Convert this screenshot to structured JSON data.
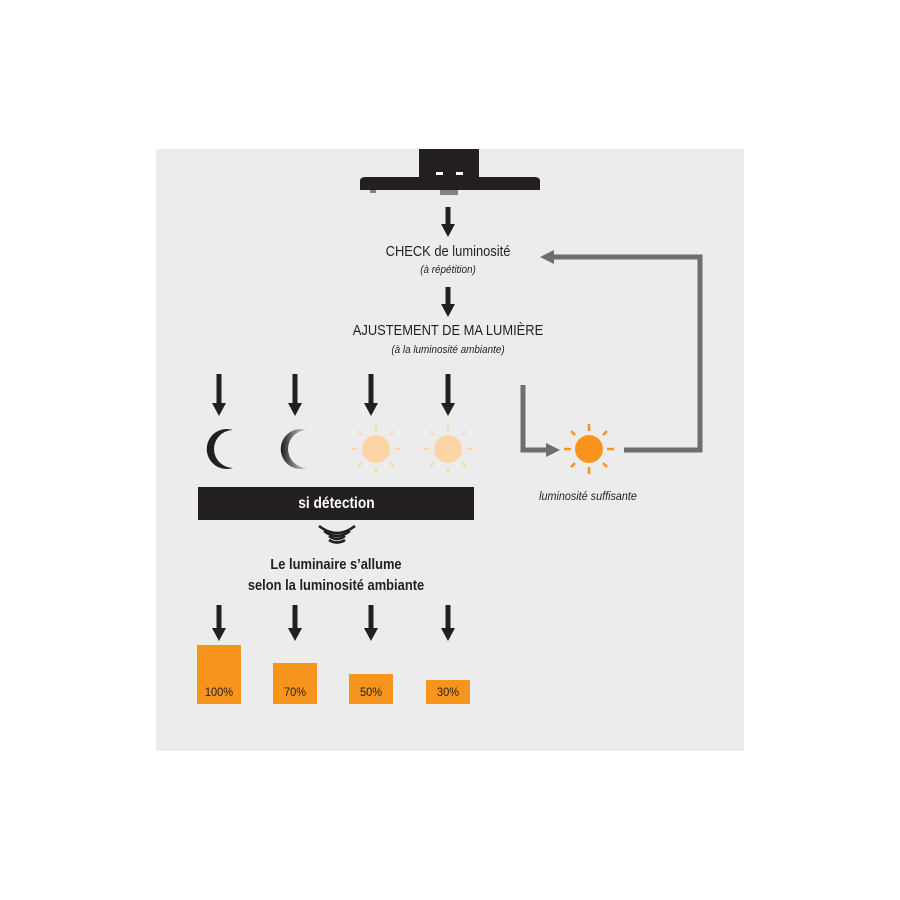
{
  "check": {
    "title": "CHECK de luminosité",
    "subtitle": "(à répétition)"
  },
  "adjust": {
    "title": "AJUSTEMENT DE MA LUMIÈRE",
    "subtitle": "(à la luminosité ambiante)"
  },
  "detection_label": "si détection",
  "result": {
    "line1": "Le luminaire s’allume",
    "line2": "selon la luminosité ambiante"
  },
  "sufficient_label": "luminosité suffisante",
  "levels": [
    {
      "label": "100%",
      "value": 100
    },
    {
      "label": "70%",
      "value": 70
    },
    {
      "label": "50%",
      "value": 50
    },
    {
      "label": "30%",
      "value": 30
    }
  ],
  "colors": {
    "background": "#ececed",
    "dark": "#231f20",
    "arrow_gray": "#6d6e71",
    "orange": "#f7941d",
    "pale_orange": "#fbd5a5"
  },
  "icons": [
    "luminaire-icon",
    "crescent-moon-icon",
    "fading-moon-icon",
    "moon-sun-icon",
    "pale-sun-icon",
    "sun-icon",
    "motion-waves-icon"
  ]
}
